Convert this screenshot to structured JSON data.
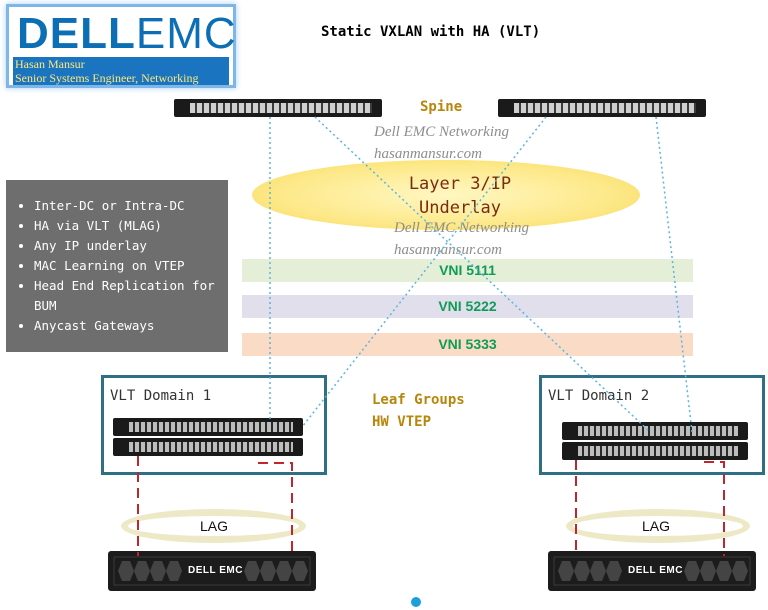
{
  "title": "Static VXLAN with HA (VLT)",
  "logo": {
    "brand_left": "DELL",
    "brand_right": "EMC",
    "author_name": "Hasan Mansur",
    "author_role": "Senior Systems Engineer, Networking"
  },
  "spine_label": "Spine",
  "watermark": {
    "line1": "Dell EMC Networking",
    "line2": "hasanmansur.com"
  },
  "underlay": {
    "line1": "Layer 3/IP",
    "line2": "Underlay"
  },
  "notes": [
    "Inter-DC or Intra-DC",
    "HA via VLT (MLAG)",
    "Any IP underlay",
    "MAC Learning on VTEP",
    "Head End Replication for BUM",
    "Anycast Gateways"
  ],
  "vnis": [
    {
      "label": "VNI 5111",
      "color": "#e5eed7"
    },
    {
      "label": "VNI 5222",
      "color": "#e2dfec"
    },
    {
      "label": "VNI 5333",
      "color": "#fadcc6"
    }
  ],
  "leaf_groups": {
    "line1": "Leaf Groups",
    "line2": "HW VTEP"
  },
  "vlt_domains": [
    {
      "label": "VLT Domain 1"
    },
    {
      "label": "VLT Domain 2"
    }
  ],
  "lag_label": "LAG",
  "server_label": "DELL EMC",
  "colors": {
    "link_dotted": "#5bb4e0",
    "lag_dashed": "#c0262b",
    "accent_gold": "#b8860b",
    "vni_text": "#0f9c57"
  }
}
